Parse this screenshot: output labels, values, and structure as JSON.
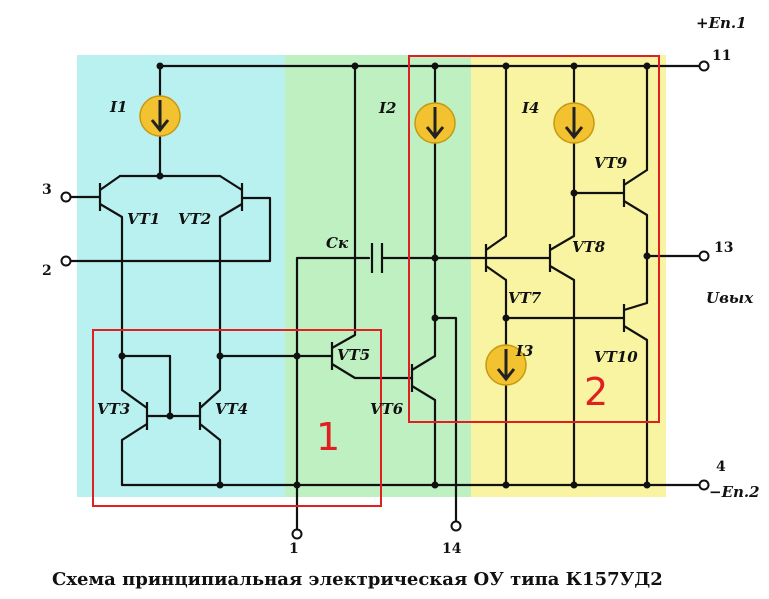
{
  "colors": {
    "zone_input": "#b9f1f1",
    "zone_mid": "#bff0c2",
    "zone_out": "#f9f4a2",
    "source": "#f2c230",
    "highlight": "#e02020"
  },
  "labels": {
    "supply_pos": "+Eп.1",
    "supply_neg": "−Eп.2",
    "output": "Uвых",
    "capacitor": "Cк",
    "I1": "I1",
    "I2": "I2",
    "I3": "I3",
    "I4": "I4",
    "VT1": "VT1",
    "VT2": "VT2",
    "VT3": "VT3",
    "VT4": "VT4",
    "VT5": "VT5",
    "VT6": "VT6",
    "VT7": "VT7",
    "VT8": "VT8",
    "VT9": "VT9",
    "VT10": "VT10"
  },
  "pins": {
    "p1": "1",
    "p2": "2",
    "p3": "3",
    "p4": "4",
    "p11": "11",
    "p13": "13",
    "p14": "14"
  },
  "highlights": {
    "box1_label": "1",
    "box2_label": "2"
  },
  "caption": "Схема принципиальная электрическая ОУ типа К157УД2"
}
